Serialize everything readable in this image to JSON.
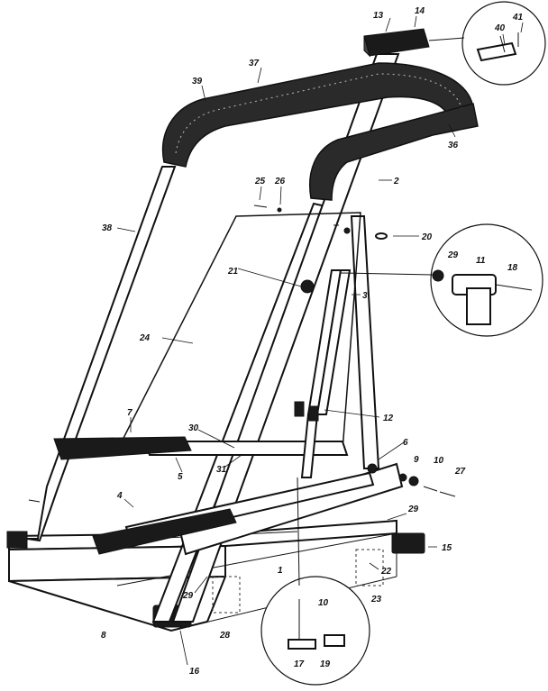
{
  "diagram": {
    "callouts": [
      {
        "id": "c13",
        "text": "13"
      },
      {
        "id": "c14",
        "text": "14"
      },
      {
        "id": "c40",
        "text": "40"
      },
      {
        "id": "c41",
        "text": "41"
      },
      {
        "id": "c37",
        "text": "37"
      },
      {
        "id": "c39",
        "text": "39"
      },
      {
        "id": "c36",
        "text": "36"
      },
      {
        "id": "c2",
        "text": "2"
      },
      {
        "id": "c38",
        "text": "38"
      },
      {
        "id": "c25",
        "text": "25"
      },
      {
        "id": "c26",
        "text": "26"
      },
      {
        "id": "c20",
        "text": "20"
      },
      {
        "id": "c29a",
        "text": "29"
      },
      {
        "id": "c11",
        "text": "11"
      },
      {
        "id": "c18",
        "text": "18"
      },
      {
        "id": "c21",
        "text": "21"
      },
      {
        "id": "c3",
        "text": "3"
      },
      {
        "id": "c24",
        "text": "24"
      },
      {
        "id": "c12",
        "text": "12"
      },
      {
        "id": "c7",
        "text": "7"
      },
      {
        "id": "c30",
        "text": "30"
      },
      {
        "id": "c6",
        "text": "6"
      },
      {
        "id": "c5",
        "text": "5"
      },
      {
        "id": "c31",
        "text": "31"
      },
      {
        "id": "c9",
        "text": "9"
      },
      {
        "id": "c10",
        "text": "10"
      },
      {
        "id": "c27",
        "text": "27"
      },
      {
        "id": "c4",
        "text": "4"
      },
      {
        "id": "c29b",
        "text": "29"
      },
      {
        "id": "c15",
        "text": "15"
      },
      {
        "id": "c22",
        "text": "22"
      },
      {
        "id": "c1",
        "text": "1"
      },
      {
        "id": "c29c",
        "text": "29"
      },
      {
        "id": "c23",
        "text": "23"
      },
      {
        "id": "c10b",
        "text": "10"
      },
      {
        "id": "c8",
        "text": "8"
      },
      {
        "id": "c28",
        "text": "28"
      },
      {
        "id": "c17",
        "text": "17"
      },
      {
        "id": "c19",
        "text": "19"
      },
      {
        "id": "c16",
        "text": "16"
      }
    ]
  }
}
